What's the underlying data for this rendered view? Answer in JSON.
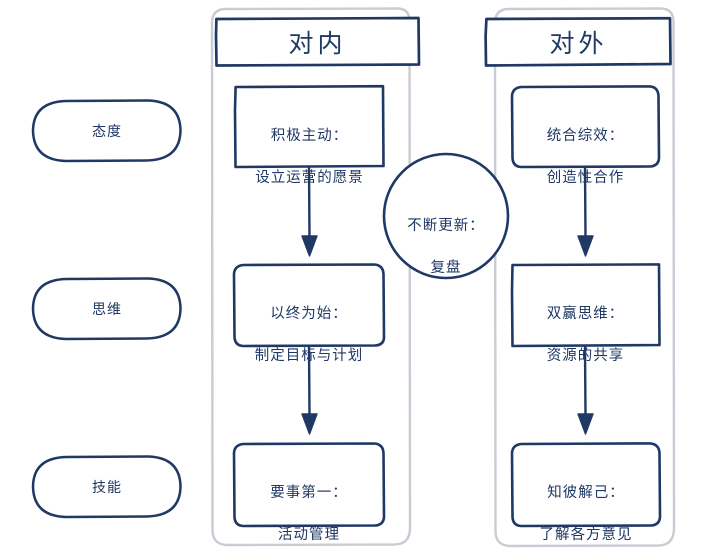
{
  "diagram": {
    "title": "7 Habits two-column flow diagram",
    "colors": {
      "stroke_dark": "#1f3864",
      "stroke_light": "#c8ccd4",
      "text": "#1f3864",
      "background": "#ffffff"
    },
    "row_labels": [
      {
        "id": "attitude",
        "label": "态度"
      },
      {
        "id": "thinking",
        "label": "思维"
      },
      {
        "id": "skill",
        "label": "技能"
      }
    ],
    "columns": [
      {
        "id": "internal",
        "header": "对内",
        "cards": [
          {
            "id": "proactive",
            "line1": "积极主动：",
            "line2": "设立运营的愿景"
          },
          {
            "id": "begin-with-end",
            "line1": "以终为始：",
            "line2": "制定目标与计划"
          },
          {
            "id": "first-things-first",
            "line1": "要事第一：",
            "line2": "活动管理"
          }
        ]
      },
      {
        "id": "external",
        "header": "对外",
        "cards": [
          {
            "id": "synergize",
            "line1": "统合综效：",
            "line2": "创造性合作"
          },
          {
            "id": "win-win",
            "line1": "双赢思维：",
            "line2": "资源的共享"
          },
          {
            "id": "seek-to-understand",
            "line1": "知彼解己：",
            "line2": "了解各方意见"
          }
        ]
      }
    ],
    "hub": {
      "id": "renew",
      "line1": "不断更新：",
      "line2": "复盘"
    }
  }
}
